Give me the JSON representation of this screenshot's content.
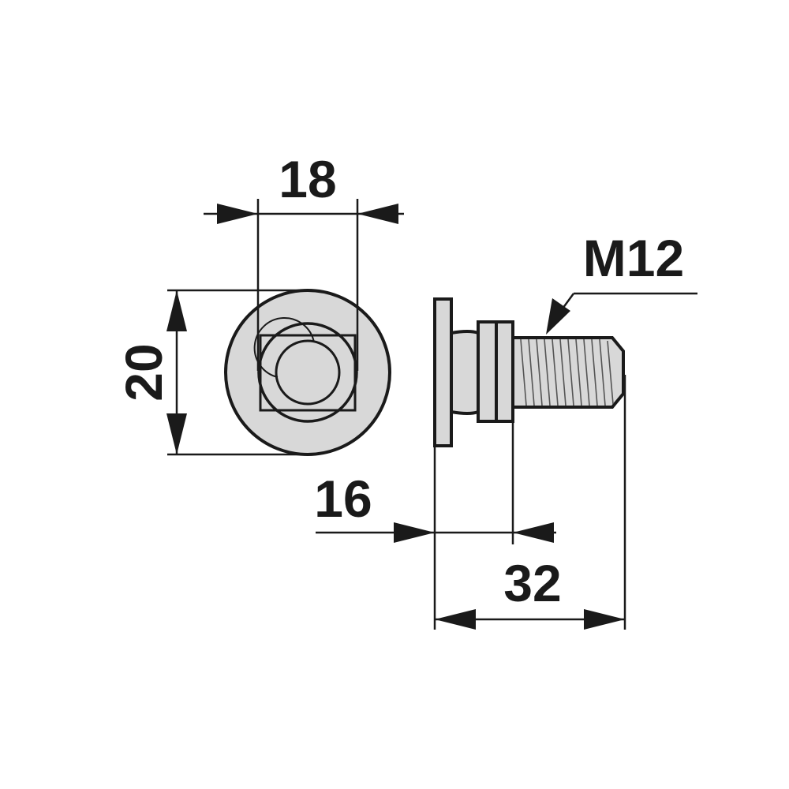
{
  "dimensions": {
    "head_width": "18",
    "head_diameter": "20",
    "shoulder_length": "16",
    "total_length": "32",
    "thread": "M12"
  },
  "colors": {
    "line": "#1a1a1a",
    "part_fill": "#d8d8d8",
    "background": "#ffffff"
  }
}
